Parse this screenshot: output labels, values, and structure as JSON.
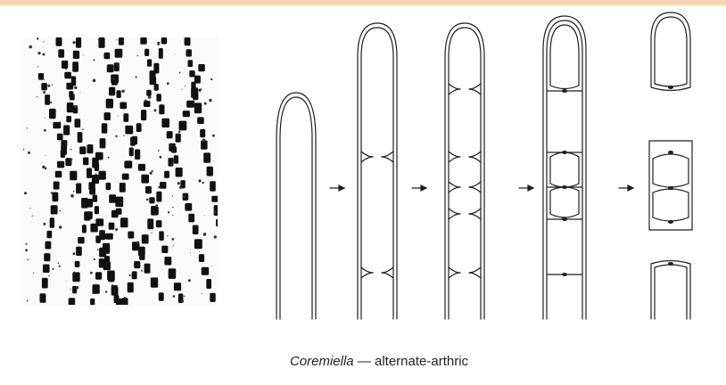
{
  "colors": {
    "accent_bar": "#f6d7b3",
    "ink": "#1e1e1e"
  },
  "figure": {
    "micrograph_icon": "filament-micrograph",
    "diagram_icon": "alternate-arthric-sequence",
    "arrow_icon": "right-arrow",
    "stage_count": 5
  },
  "caption": {
    "genus": "Coremiella",
    "separator": "—",
    "description": "alternate-arthric"
  }
}
